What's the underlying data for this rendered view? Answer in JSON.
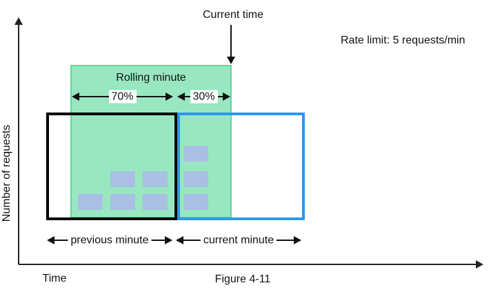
{
  "figure": {
    "caption": "Figure 4-11",
    "rate_limit_text": "Rate limit: 5 requests/min",
    "current_time_label": "Current time",
    "rolling_minute_label": "Rolling minute",
    "rolling_split": {
      "previous_portion": "70%",
      "current_portion": "30%"
    },
    "previous_minute_label": "previous minute",
    "current_minute_label": "current minute",
    "x_axis_label": "Time",
    "y_axis_label": "Number of requests"
  },
  "windows": {
    "previous_minute_requests": 5,
    "current_minute_requests": 3
  },
  "request_blocks": {
    "previous": [
      [
        113,
        281
      ],
      [
        160,
        281
      ],
      [
        207,
        281
      ],
      [
        160,
        248
      ],
      [
        207,
        248
      ]
    ],
    "current": [
      [
        266,
        281
      ],
      [
        266,
        248
      ],
      [
        266,
        211
      ]
    ]
  },
  "colors": {
    "rolling_window_fill": "#98e7c1",
    "rolling_window_border": "#5fd6a1",
    "request_block_fill": "#a9c0e4",
    "previous_window_border": "#000000",
    "current_window_border": "#2e97f2",
    "axis_color": "#222222"
  }
}
